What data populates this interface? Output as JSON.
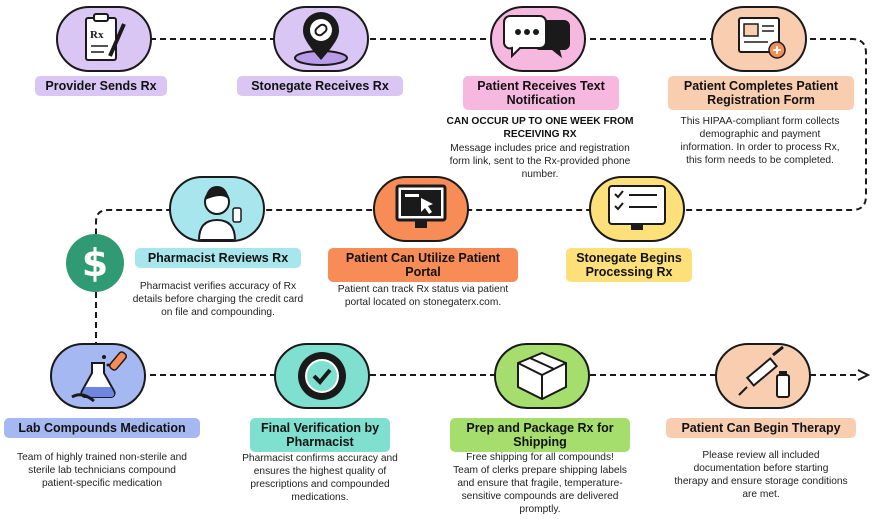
{
  "colors": {
    "lavender": "#d9c6f5",
    "pink": "#f7b8e0",
    "peach": "#f9cdb0",
    "cyan": "#a8e6ee",
    "orange": "#f78c56",
    "yellow": "#fde07a",
    "blue": "#a6b8f2",
    "teal": "#7fe0d0",
    "green": "#a6de6e",
    "dollar_green": "#2f9a73"
  },
  "steps": [
    {
      "id": "provider-sends-rx",
      "icon": "clipboard-rx-icon",
      "label": "Provider Sends Rx"
    },
    {
      "id": "stonegate-receives-rx",
      "icon": "pill-location-pin-icon",
      "label": "Stonegate Receives Rx"
    },
    {
      "id": "patient-receives-text",
      "icon": "chat-bubbles-icon",
      "label": "Patient Receives Text\nNotification",
      "note": "CAN OCCUR UP TO ONE WEEK FROM\nRECEIVING RX",
      "description": "Message includes price and registration\nform link, sent to the Rx-provided phone\nnumber."
    },
    {
      "id": "patient-completes-registration",
      "icon": "medical-record-icon",
      "label": "Patient Completes Patient\nRegistration Form",
      "description": "This HIPAA-compliant form collects\ndemographic and payment\ninformation. In order to process Rx,\nthis form needs to be completed."
    },
    {
      "id": "stonegate-begins-processing",
      "icon": "checklist-monitor-icon",
      "label": "Stonegate Begins\nProcessing Rx"
    },
    {
      "id": "patient-portal",
      "icon": "computer-cursor-icon",
      "label": "Patient Can Utilize Patient\nPortal",
      "description": "Patient can track Rx status via patient\nportal located on stonegaterx.com."
    },
    {
      "id": "pharmacist-reviews",
      "icon": "pharmacist-icon",
      "label": "Pharmacist Reviews Rx",
      "description": "Pharmacist verifies accuracy of Rx\ndetails before charging the credit card\non file and compounding."
    },
    {
      "id": "lab-compounds",
      "icon": "lab-flask-icon",
      "label": "Lab Compounds Medication",
      "description": "Team of highly trained non-sterile and\nsterile lab technicians compound\npatient-specific medication"
    },
    {
      "id": "final-verification",
      "icon": "verified-badge-icon",
      "label": "Final Verification by\nPharmacist",
      "description": "Pharmacist confirms accuracy and\nensures the highest quality of\nprescriptions and compounded\nmedications."
    },
    {
      "id": "prep-package",
      "icon": "package-box-icon",
      "label": "Prep and Package Rx for\nShipping",
      "description": "Free shipping for all compounds!\nTeam of clerks prepare shipping labels\nand ensure that fragile, temperature-\nsensitive compounds are delivered\npromptly."
    },
    {
      "id": "begin-therapy",
      "icon": "syringe-vial-icon",
      "label": "Patient Can Begin Therapy",
      "description": "Please review all included\ndocumentation before starting\ntherapy and ensure storage conditions\nare met."
    }
  ],
  "payment_symbol": "$"
}
